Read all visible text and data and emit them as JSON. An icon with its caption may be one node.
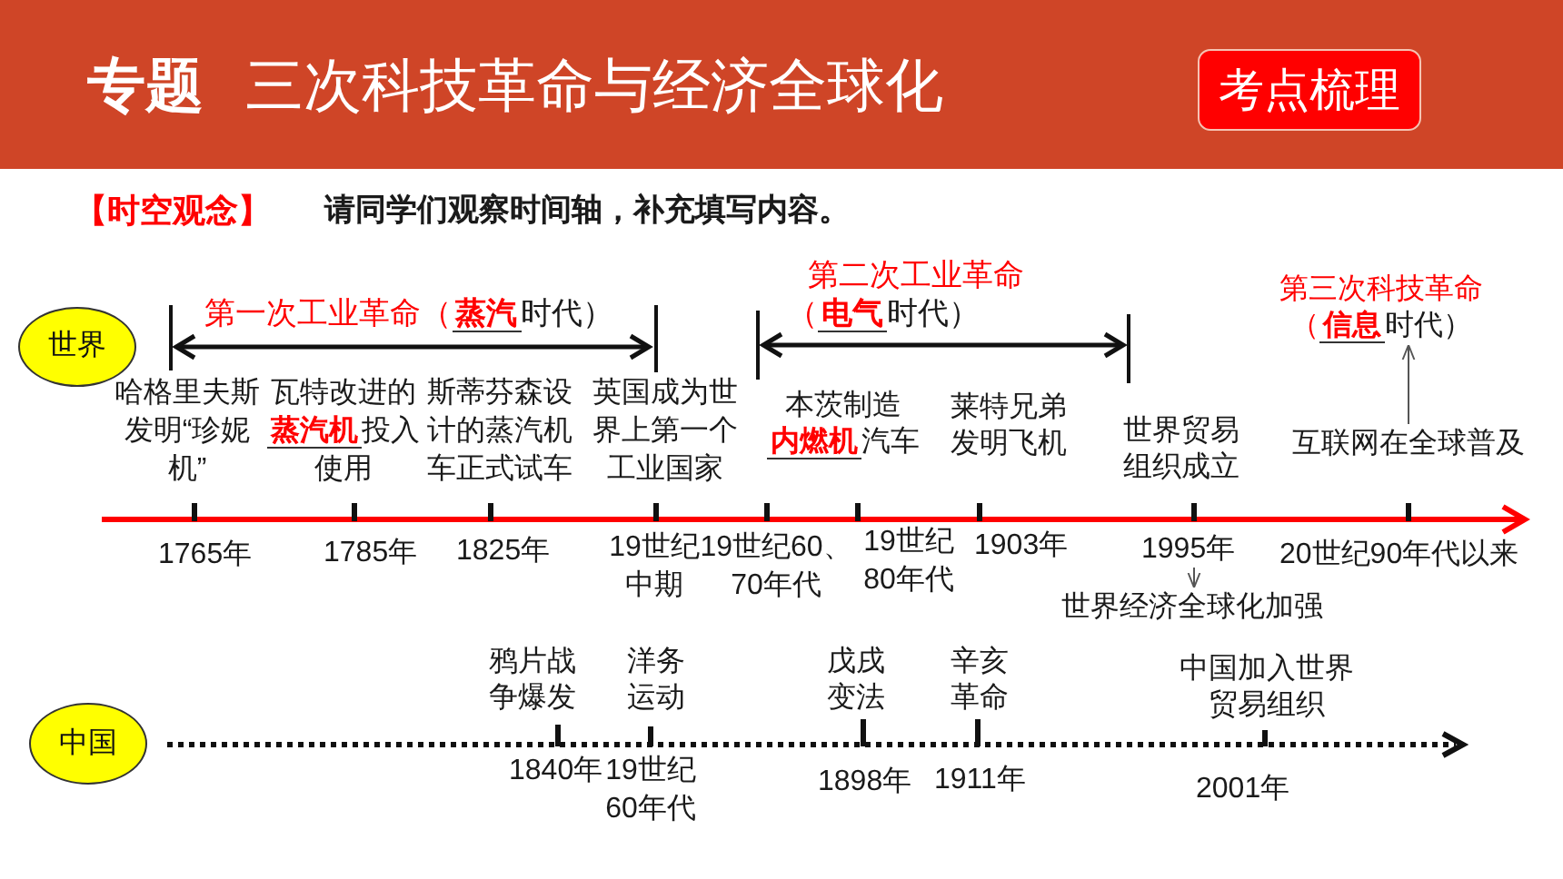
{
  "diagram": {
    "title": "**专题** 三次科技革命与经济全球化",
    "nodes": [
      {
        "text": [
          "考点梳理"
        ]
      },
      {
        "text": [
          "世界"
        ]
      },
      {
        "text": [
          "第三次科技革命",
          "（**信息**时代）"
        ]
      },
      {
        "text": [
          "互联网在全球普及"
        ]
      },
      {
        "text": [
          "1995年"
        ]
      },
      {
        "text": [
          "世界经济全球化加强"
        ]
      },
      {
        "text": [
          "中国"
        ]
      }
    ],
    "edges": [
      {
        "from": 3,
        "to": 2,
        "arrow": "to"
      },
      {
        "from": 4,
        "to": 5,
        "arrow": "to"
      }
    ],
    "labels": [
      "【时空观念】",
      "请同学们观察时间轴，补充填写内容。",
      "第一次工业革命（**蒸汽**时代）",
      "第二次工业革命",
      "（**电气**时代）",
      "哈格里夫斯发明“珍妮机”",
      "瓦特改进的**蒸汽机**投入使用",
      "斯蒂芬森设计的蒸汽机车正式试车",
      "英国成为世界上第一个工业国家",
      "本茨制造**内燃机**汽车",
      "莱特兄弟发明飞机",
      "世界贸易组织成立",
      "1765年",
      "1785年",
      "1825年",
      "19世纪中期",
      "19世纪60、70年代",
      "19世纪80年代",
      "1903年",
      "20世纪90年代以来",
      "鸦片战争爆发",
      "洋务运动",
      "戊戌变法",
      "辛亥革命",
      "中国加入世界贸易组织",
      "1840年",
      "19世纪60年代",
      "1898年",
      "1911年",
      "2001年"
    ]
  }
}
